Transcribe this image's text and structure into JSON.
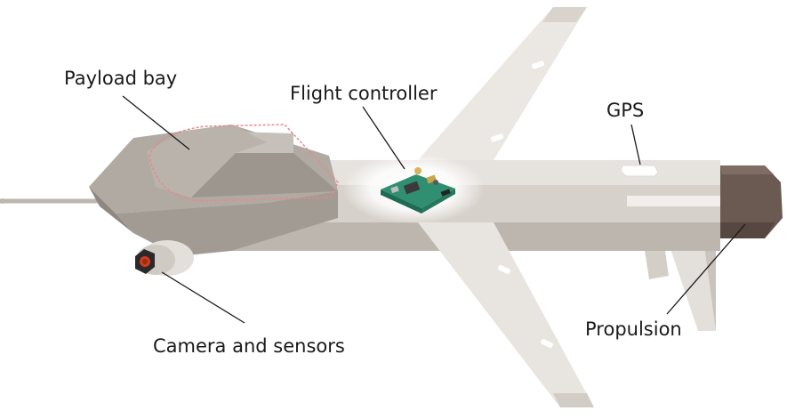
{
  "labels": {
    "payload_bay": "Payload bay",
    "flight_controller": "Flight controller",
    "gps": "GPS",
    "camera_sensors": "Camera and sensors",
    "propulsion": "Propulsion"
  },
  "colors": {
    "wing_light": "#ebe7e3",
    "wing_shade": "#d2ccc6",
    "fuselage_top": "#e4e0dc",
    "fuselage_side": "#bdb6af",
    "nose_dark": "#a39c95",
    "nose_mid": "#b7b0a9",
    "propulsion": "#6b5a52",
    "payload_outline": "#e38a8a",
    "pcb_green": "#2f8f70",
    "camera_lens": "#d23a1f"
  }
}
